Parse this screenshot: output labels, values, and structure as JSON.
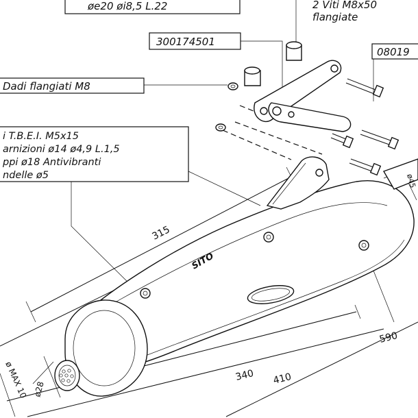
{
  "labels": {
    "top_left_box": "øe20 øi8,5 L.22",
    "part_number_box": "300174501",
    "top_right_line1": "2 Viti M8x50",
    "top_right_line2": "flangiate",
    "right_code_box": "08019",
    "nuts_box": "Dadi flangiati M8",
    "kit_line1": "i T.B.E.I. M5x15",
    "kit_line2": "arnizioni ø14 ø4,9 L.1,5",
    "kit_line3": "ppi ø18 Antivibranti",
    "kit_line4": "ndelle ø5",
    "brand": "SITO"
  },
  "dimensions": {
    "d315": "315",
    "d340": "340",
    "d410": "410",
    "d590": "590",
    "d28": "ø28",
    "dmax": "ø MAX 10",
    "d45": "ø45"
  }
}
